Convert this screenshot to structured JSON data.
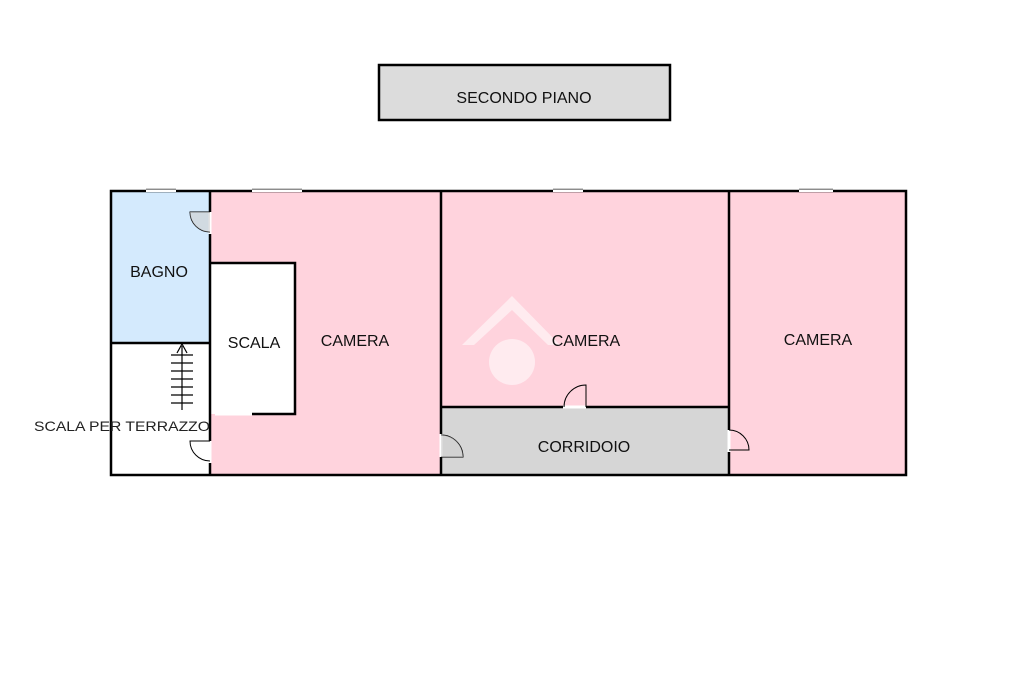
{
  "title": "SECONDO PIANO",
  "rooms": {
    "bagno": "BAGNO",
    "scala": "SCALA",
    "camera_1": "CAMERA",
    "camera_2": "CAMERA",
    "camera_3": "CAMERA",
    "corridoio": "CORRIDOIO",
    "scala_terrazzo": "SCALA PER TERRAZZO"
  },
  "colors": {
    "camera": "#ffd3dd",
    "bagno": "#d4eafd",
    "corridoio": "#d6d6d6",
    "title_box": "#dcdcdc",
    "wall": "#000000",
    "watermark": "#ffffff"
  }
}
